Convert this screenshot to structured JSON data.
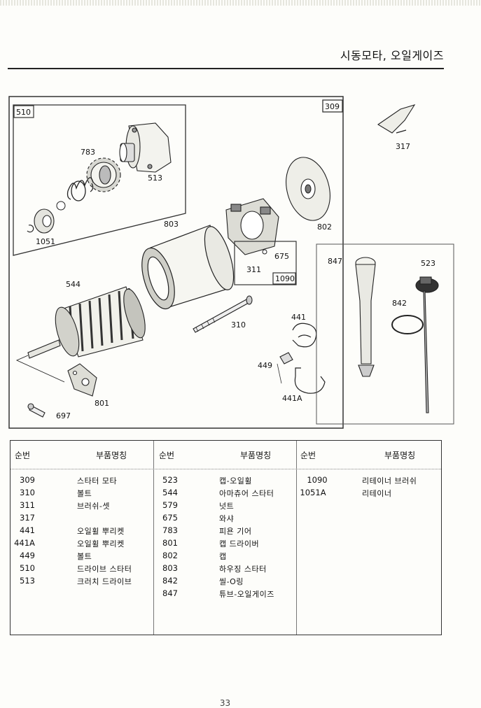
{
  "page_title": "시동모타, 오일게이즈",
  "diagram": {
    "box_labels": {
      "starter_assembly": "309",
      "drive_assembly": "510",
      "brush_assembly": "1090"
    },
    "callouts": {
      "c317": "317",
      "c783": "783",
      "c513": "513",
      "c1051": "1051",
      "c803": "803",
      "c802": "802",
      "c675": "675",
      "c311": "311",
      "c544": "544",
      "c310": "310",
      "c441": "441",
      "c449": "449",
      "c441a": "441A",
      "c801": "801",
      "c697": "697",
      "c847": "847",
      "c523": "523",
      "c842": "842"
    }
  },
  "table": {
    "headers": {
      "col1_num": "순번",
      "col1_name": "부품명칭",
      "col2_num": "순번",
      "col2_name": "부품명칭",
      "col3_num": "순번",
      "col3_name": "부품명칭"
    },
    "col1": [
      {
        "num": "309",
        "name": "스타터 모타"
      },
      {
        "num": "310",
        "name": "볼트"
      },
      {
        "num": "311",
        "name": "브러쉬-셋"
      },
      {
        "num": "317",
        "name": ""
      },
      {
        "num": "441",
        "name": "오일휠 뿌리켓"
      },
      {
        "num": "441A",
        "name": "오일휠 뿌리켓"
      },
      {
        "num": "449",
        "name": "볼트"
      },
      {
        "num": "510",
        "name": "드라이브 스타터"
      },
      {
        "num": "513",
        "name": "크러치 드라이브"
      }
    ],
    "col2": [
      {
        "num": "523",
        "name": "캡-오일휠"
      },
      {
        "num": "544",
        "name": "아마츄어 스타터"
      },
      {
        "num": "579",
        "name": "넛트"
      },
      {
        "num": "675",
        "name": "와샤"
      },
      {
        "num": "783",
        "name": "피욘 기어"
      },
      {
        "num": "801",
        "name": "캡 드라이버"
      },
      {
        "num": "802",
        "name": "캡"
      },
      {
        "num": "803",
        "name": "하우징 스타터"
      },
      {
        "num": "842",
        "name": "씰-O링"
      },
      {
        "num": "847",
        "name": "튜브-오일게이즈"
      }
    ],
    "col3": [
      {
        "num": "1090",
        "name": "리테이너 브러쉬"
      },
      {
        "num": "1051A",
        "name": "리테이너"
      }
    ]
  },
  "page_number": "33"
}
